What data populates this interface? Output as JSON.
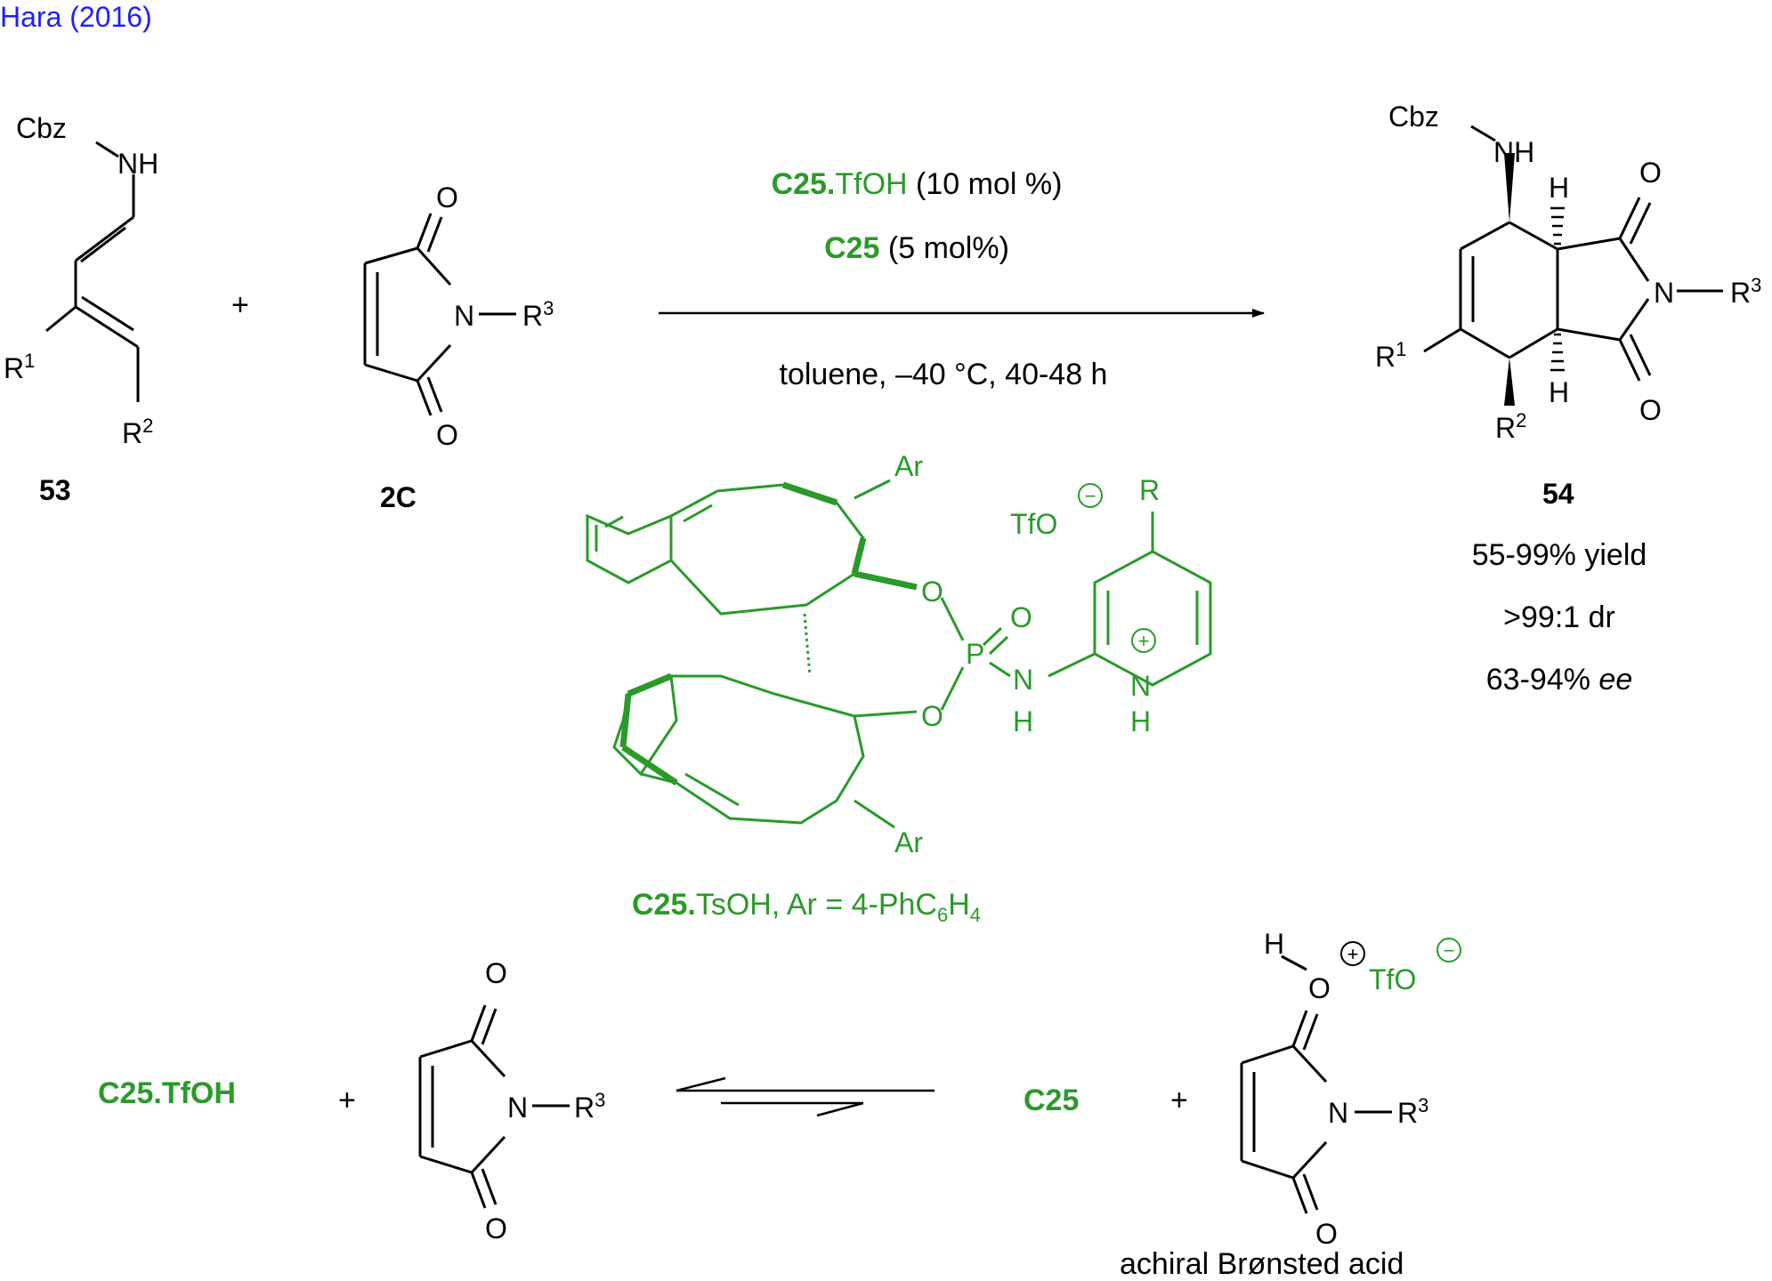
{
  "citation": "Hara (2016)",
  "colors": {
    "citation": "#1f1fff",
    "catalyst": "#2a9a2a",
    "structure": "#000000"
  },
  "reaction": {
    "diene": {
      "label": "53",
      "cbz": "Cbz",
      "nh": "NH",
      "r1": "R",
      "r1_sup": "1",
      "r2": "R",
      "r2_sup": "2"
    },
    "plus": "+",
    "maleimide": {
      "label": "2C",
      "o_top": "O",
      "o_bottom": "O",
      "n": "N",
      "r3": "R",
      "r3_sup": "3"
    },
    "conditions": {
      "line1_bold": "C25.",
      "line1_rest": "TfOH",
      "line1_amount": " (10 mol %)",
      "line2_bold": "C25",
      "line2_amount": " (5 mol%)",
      "line3": "toluene, –40 °C, 40-48 h"
    },
    "product": {
      "label": "54",
      "cbz": "Cbz",
      "nh": "NH",
      "h_top": "H",
      "h_bottom": "H",
      "o_top": "O",
      "o_bottom": "O",
      "n": "N",
      "r3": "R",
      "r3_sup": "3",
      "r1": "R",
      "r1_sup": "1",
      "r2": "R",
      "r2_sup": "2",
      "yield": "55-99% yield",
      "dr": ">99:1 dr",
      "ee_value": "63-94% ",
      "ee_unit": "ee"
    }
  },
  "catalyst": {
    "ar_top": "Ar",
    "ar_bottom": "Ar",
    "o_upper": "O",
    "o_lower": "O",
    "p": "P",
    "o_double": "O",
    "tfo": "TfO",
    "minus": "−",
    "plus": "+",
    "r": "R",
    "nh_n": "N",
    "nh_h": "H",
    "pyr_n": "N",
    "pyr_h": "H",
    "caption_bold": "C25.",
    "caption_rest": "TsOH, Ar = 4-PhC",
    "caption_sub1": "6",
    "caption_h": "H",
    "caption_sub2": "4"
  },
  "equilibrium": {
    "left_catalyst": "C25.TfOH",
    "plus1": "+",
    "maleimide": {
      "o_top": "O",
      "o_bottom": "O",
      "n": "N",
      "r3": "R",
      "r3_sup": "3"
    },
    "right_catalyst": "C25",
    "plus2": "+",
    "protonated": {
      "h": "H",
      "o_plus": "O",
      "plus": "+",
      "tfo": "TfO",
      "minus": "−",
      "o_bottom": "O",
      "n": "N",
      "r3": "R",
      "r3_sup": "3"
    },
    "caption": "achiral Brønsted acid"
  }
}
